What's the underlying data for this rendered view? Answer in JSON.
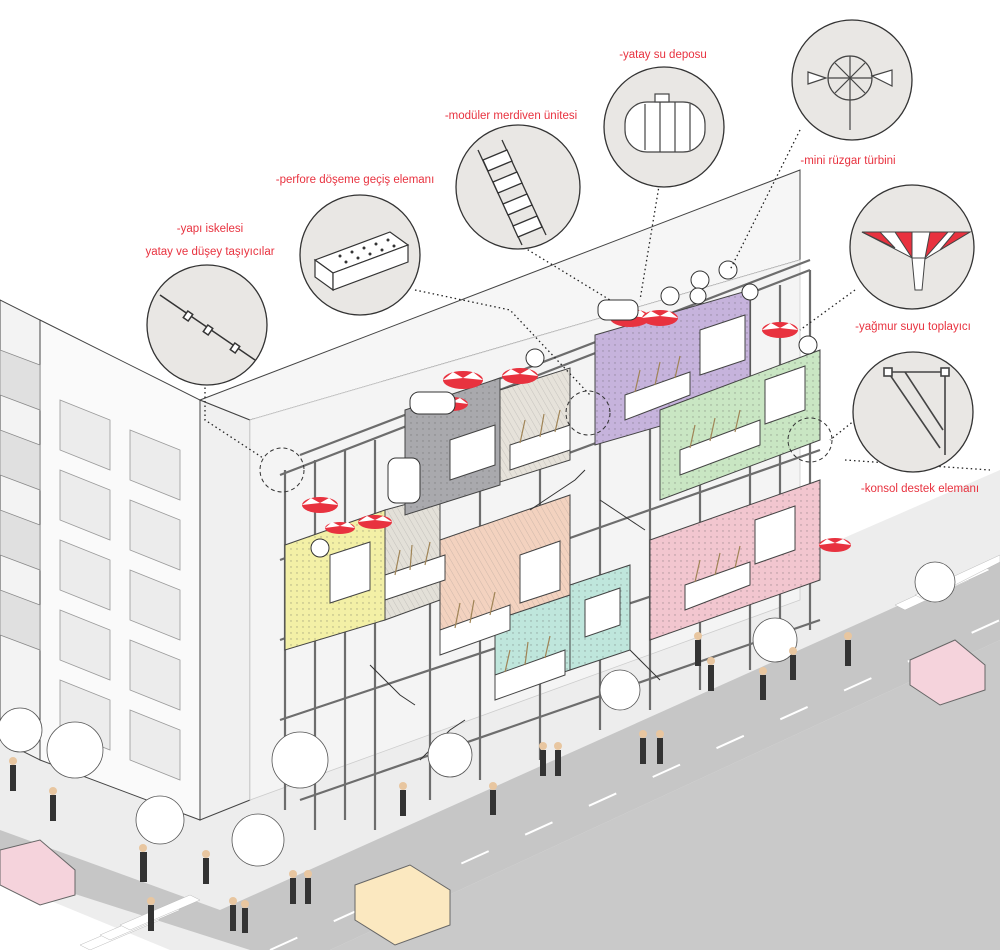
{
  "callouts": [
    {
      "id": "scaffold",
      "lines": [
        "-yapı iskelesi",
        "yatay ve düşey taşıyıcılar"
      ],
      "icon": "scaffold-tube-icon"
    },
    {
      "id": "perforated-floor",
      "lines": [
        "-perfore döşeme geçiş elemanı"
      ],
      "icon": "perforated-plank-icon"
    },
    {
      "id": "modular-stair",
      "lines": [
        "-modüler merdiven ünitesi"
      ],
      "icon": "ladder-icon"
    },
    {
      "id": "water-tank",
      "lines": [
        "-yatay su deposu"
      ],
      "icon": "water-tank-icon"
    },
    {
      "id": "wind-turbine",
      "lines": [
        "-mini rüzgar türbini"
      ],
      "icon": "wind-turbine-icon"
    },
    {
      "id": "rain-collector",
      "lines": [
        "-yağmur suyu toplayıcı"
      ],
      "icon": "rain-collector-icon"
    },
    {
      "id": "cantilever-bracket",
      "lines": [
        "-konsol destek elemanı"
      ],
      "icon": "bracket-icon"
    }
  ],
  "colors": {
    "label": "#e8323f",
    "circle_fill": "#e9e7e4",
    "road": "#c9c9c9",
    "sidewalk": "#ececec",
    "module_yellow": "#f3f0a6",
    "module_gray": "#a9a9ad",
    "module_peach": "#f3d2bf",
    "module_teal": "#bfe6dc",
    "module_purple": "#c6b3dc",
    "module_green": "#c9e6c3",
    "module_pink": "#f2c6cf",
    "umbrella_red": "#e8323f"
  }
}
